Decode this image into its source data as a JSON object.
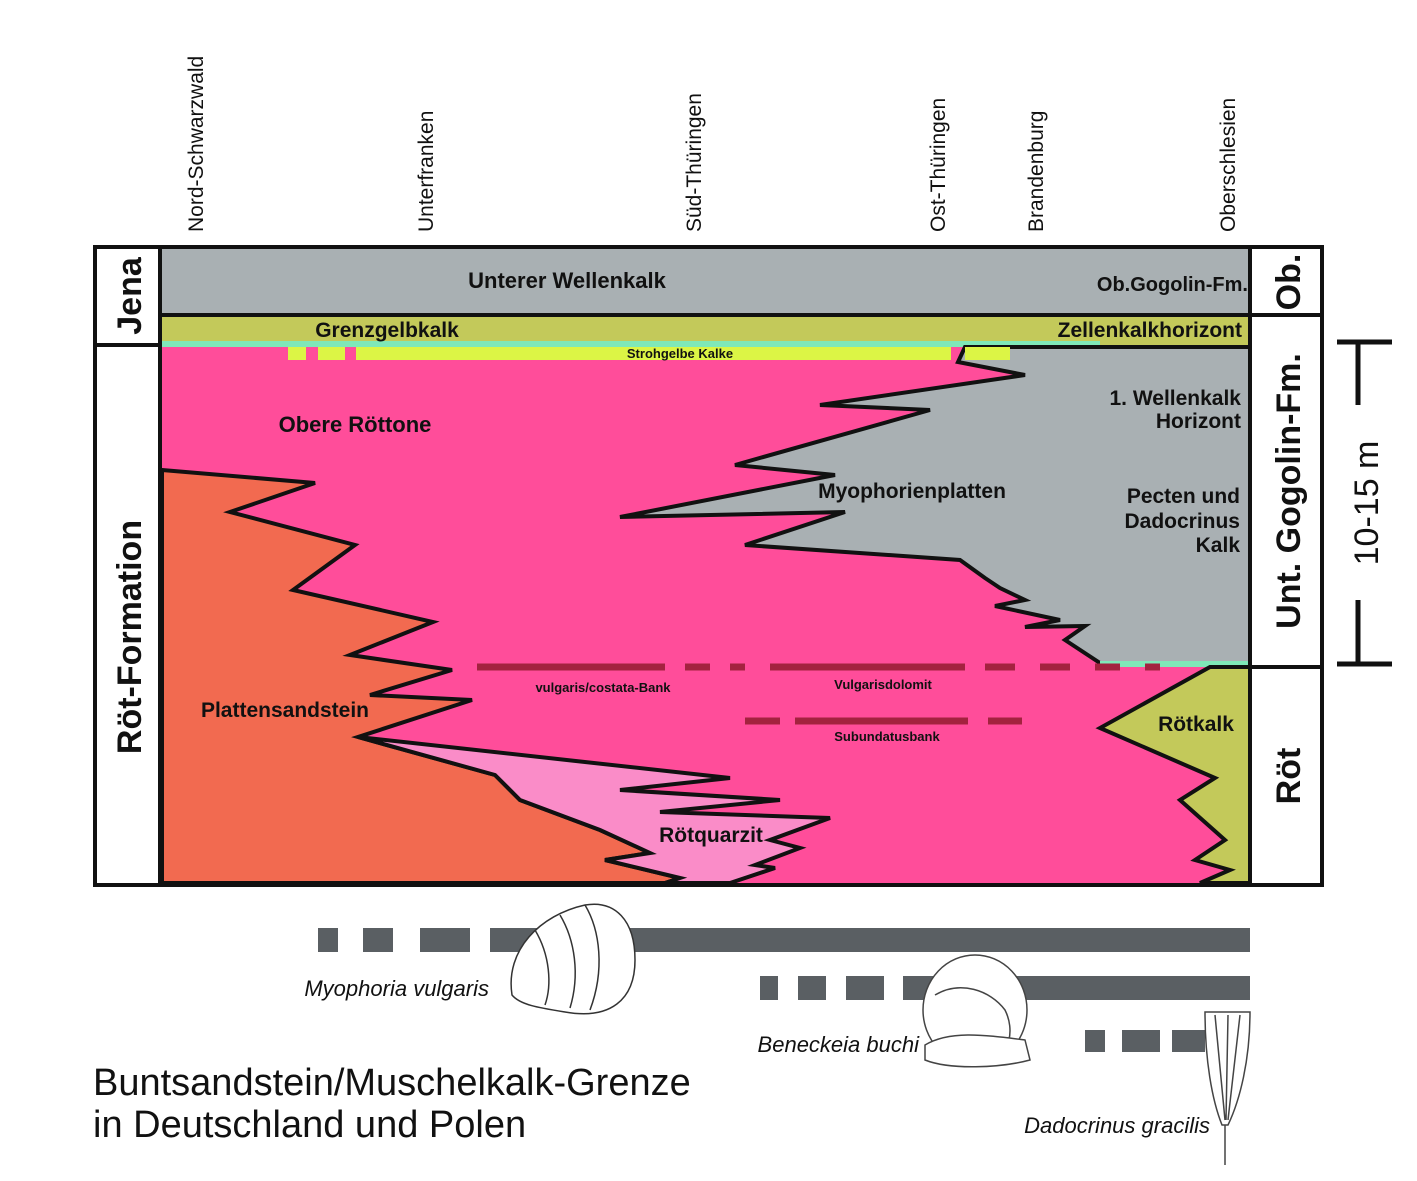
{
  "columns": [
    "Nord-Schwarzwald",
    "Unterfranken",
    "Süd-Thüringen",
    "Ost-Thüringen",
    "Brandenburg",
    "Oberschlesien"
  ],
  "left_units": {
    "top": "Jena",
    "bottom": "Röt-Formation"
  },
  "right_units": {
    "top": "Ob.",
    "middle": "Unt. Gogolin-Fm.",
    "bottom": "Röt"
  },
  "scale": "10-15 m",
  "layers": {
    "wellenkalk": "Unterer Wellenkalk",
    "gogolin": "Ob.Gogolin-Fm.",
    "grenzgelbkalk": "Grenzgelbkalk",
    "zellenkalk": "Zellenkalkhorizont",
    "strohgelbe": "Strohgelbe Kalke",
    "roettone": "Obere Röttone",
    "wellenkalk1_a": "1. Wellenkalk",
    "wellenkalk1_b": "Horizont",
    "myophorien": "Myophorienplatten",
    "pecten_a": "Pecten und",
    "pecten_b": "Dadocrinus",
    "pecten_c": "Kalk",
    "platten": "Plattensandstein",
    "vulgaris_bank": "vulgaris/costata-Bank",
    "vulgarisdolomit": "Vulgarisdolomit",
    "subundatus": "Subundatusbank",
    "roetkalk": "Rötkalk",
    "roetquarzit": "Rötquarzit"
  },
  "fossils": [
    "Myophoria vulgaris",
    "Beneckeia buchi",
    "Dadocrinus gracilis"
  ],
  "title": [
    "Buntsandstein/Muschelkalk-Grenze",
    "in Deutschland und Polen"
  ],
  "colors": {
    "gray": "#a9b0b3",
    "olive": "#c3c95a",
    "cyan": "#7fe8b8",
    "pink": "#ff4d9a",
    "yellow": "#dcf545",
    "orange": "#f26a50",
    "lightpink": "#fa8cc8",
    "dashes": "#a3223f",
    "bars": "#5a5f63"
  }
}
